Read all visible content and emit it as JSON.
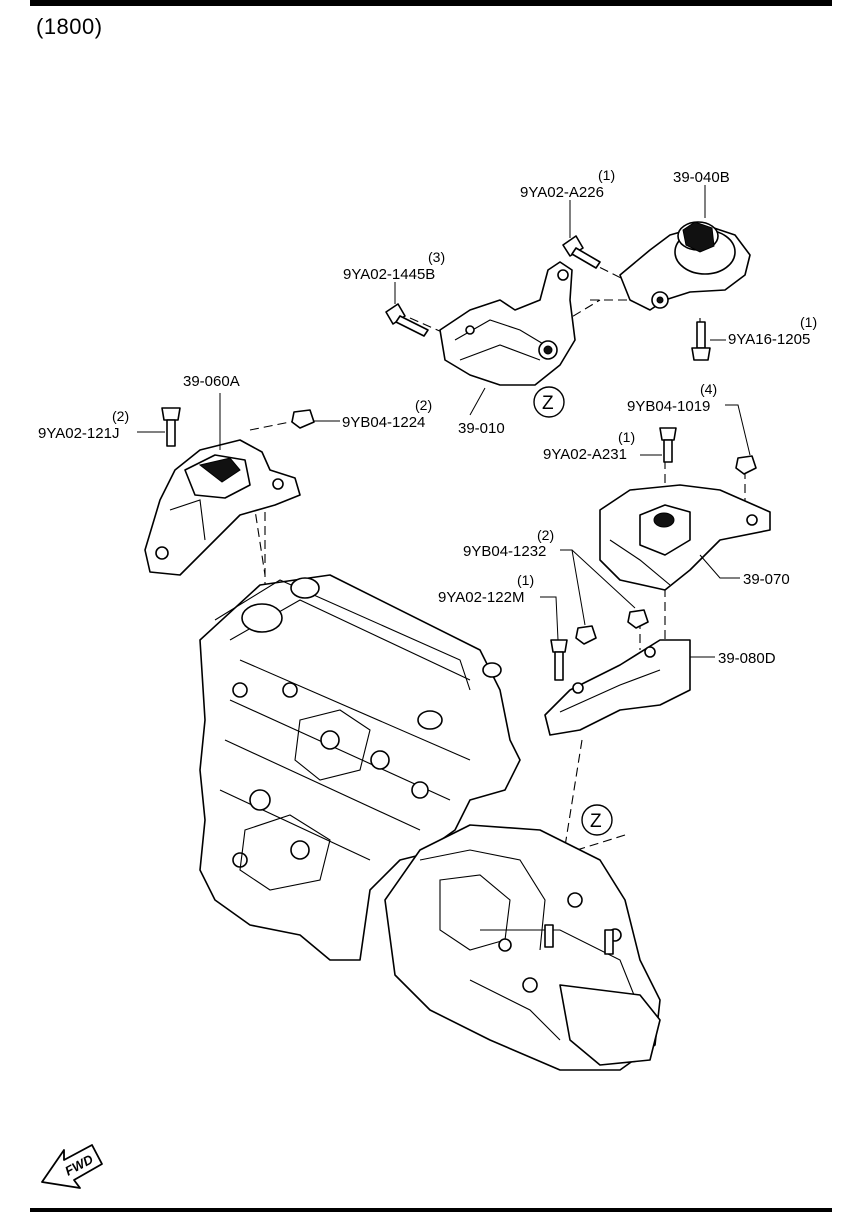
{
  "page_code": "(1800)",
  "parts": {
    "p39_040B": "39-040B",
    "p39_010": "39-010",
    "p39_060A": "39-060A",
    "p39_070": "39-070",
    "p39_080D": "39-080D"
  },
  "fasteners": [
    {
      "qty": "(1)",
      "code": "9YA02-A226"
    },
    {
      "qty": "(3)",
      "code": "9YA02-1445B"
    },
    {
      "qty": "(1)",
      "code": "9YA16-1205"
    },
    {
      "qty": "(2)",
      "code": "9YA02-121J"
    },
    {
      "qty": "(2)",
      "code": "9YB04-1224"
    },
    {
      "qty": "(4)",
      "code": "9YB04-1019"
    },
    {
      "qty": "(1)",
      "code": "9YA02-A231"
    },
    {
      "qty": "(2)",
      "code": "9YB04-1232"
    },
    {
      "qty": "(1)",
      "code": "9YA02-122M"
    }
  ],
  "callout_z": [
    "Z",
    "Z"
  ],
  "fwd_label": "FWD"
}
